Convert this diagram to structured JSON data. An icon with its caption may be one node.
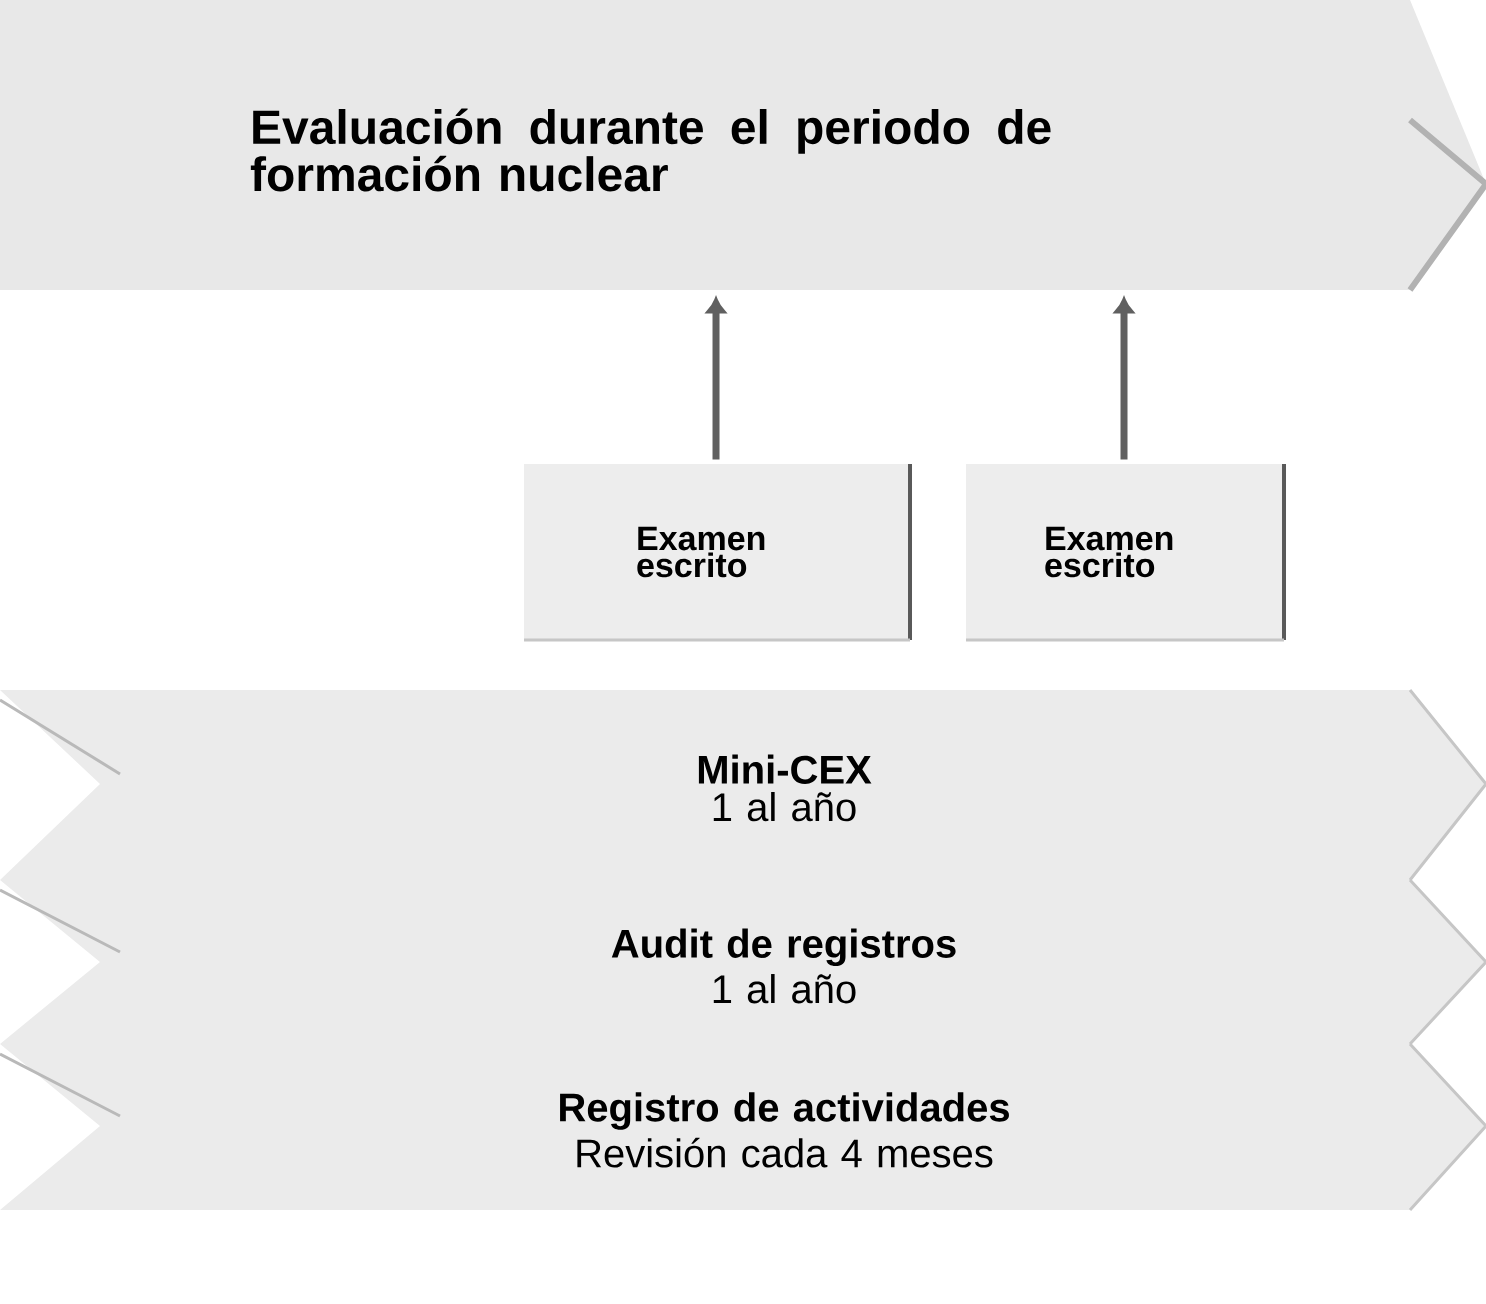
{
  "diagram": {
    "nodes": [
      {
        "text": [
          "Evaluación durante el periodo de formación nuclear"
        ]
      },
      {
        "text": [
          "Examen escrito"
        ]
      },
      {
        "text": [
          "Examen escrito"
        ]
      },
      {
        "text": [
          "Mini-CEX",
          "1 al año"
        ]
      },
      {
        "text": [
          "Audit de registros",
          "1 al año"
        ]
      },
      {
        "text": [
          "Registro de actividades",
          "Revisión cada 4 meses"
        ]
      }
    ],
    "edges": [
      {
        "from": 1,
        "to": 0,
        "arrow": "to"
      },
      {
        "from": 2,
        "to": 0,
        "arrow": "to"
      }
    ]
  }
}
